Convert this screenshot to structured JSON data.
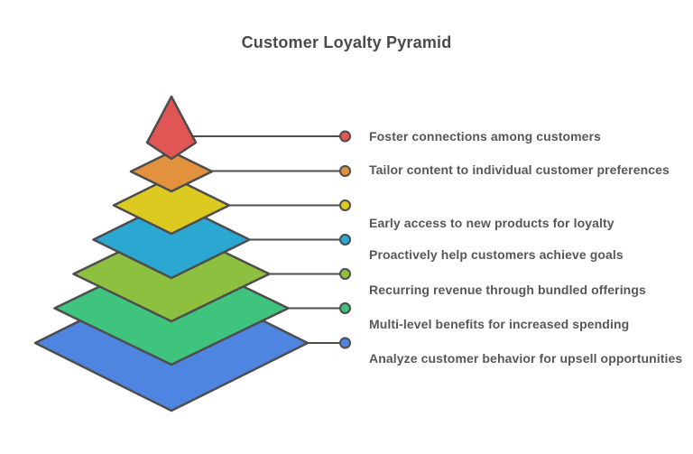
{
  "title": "Customer Loyalty Pyramid",
  "pyramid": {
    "outline_color": "#4d4d4d",
    "title_color": "#4a4a4a",
    "label_color": "#575757",
    "levels": [
      {
        "rank": 1,
        "label": "Foster connections among customers",
        "color": "#e15654"
      },
      {
        "rank": 2,
        "label": "Tailor content to individual customer preferences",
        "color": "#e2923d"
      },
      {
        "rank": 3,
        "label": "Early access to new products for loyalty",
        "color": "#ddca20"
      },
      {
        "rank": 4,
        "label": "Proactively help customers achieve goals",
        "color": "#2aa8d2"
      },
      {
        "rank": 5,
        "label": "Recurring revenue through bundled offerings",
        "color": "#8dc03e"
      },
      {
        "rank": 6,
        "label": "Multi-level benefits for increased spending",
        "color": "#3ec47d"
      },
      {
        "rank": 7,
        "label": "Analyze customer behavior for upsell opportunities",
        "color": "#4e85e1"
      }
    ]
  }
}
